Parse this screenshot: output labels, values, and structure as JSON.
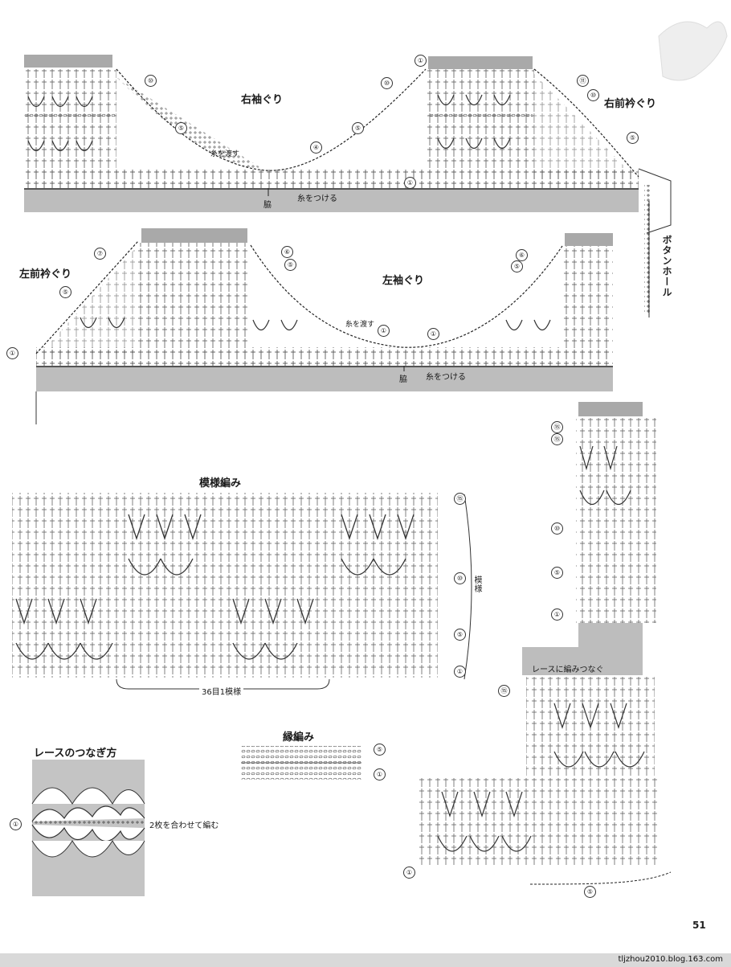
{
  "labels": {
    "right_sleeve": "右袖ぐり",
    "right_front_neck": "右前衿ぐり",
    "left_front_neck": "左前衿ぐり",
    "left_sleeve": "左袖ぐり",
    "cut_yarn_1": "糸を渡す",
    "cut_yarn_2": "糸を渡す",
    "attach_yarn_1": "糸をつける",
    "attach_yarn_2": "糸をつける",
    "side_1": "脇",
    "side_2": "脇",
    "buttonhole": "ボタンホール",
    "pattern_title": "模様編み",
    "pattern_side": "模様",
    "pattern_repeat": "36目1模様",
    "border_title": "縁編み",
    "lace_join_title": "レースのつなぎ方",
    "lace_join_note": "2枚を合わせて編む",
    "lace_join_to": "レースに編みつなぐ",
    "page_number": "51",
    "watermark": "tljzhou2010.blog.163.com"
  },
  "row_markers": {
    "m1": "⑩",
    "m2": "⑤",
    "m3": "④",
    "m4": "①",
    "m5": "⑩",
    "m6": "⑤",
    "m7": "⑪",
    "m8": "⑩",
    "m9": "⑤",
    "m10": "①",
    "m11": "⑦",
    "m12": "⑤",
    "m13": "①",
    "m14": "⑥",
    "m15": "⑤",
    "m16": "①",
    "m17": "①",
    "m18": "⑥",
    "m19": "⑤",
    "m20": "⑮",
    "m21": "⑩",
    "m22": "⑤",
    "m23": "①",
    "m24": "⑮",
    "m25": "⑮",
    "m26": "⑩",
    "m27": "⑤",
    "m28": "①",
    "m29": "⑤",
    "m30": "①",
    "m31": "①",
    "m32": "⑮",
    "m33": "①",
    "m34": "⑤"
  }
}
